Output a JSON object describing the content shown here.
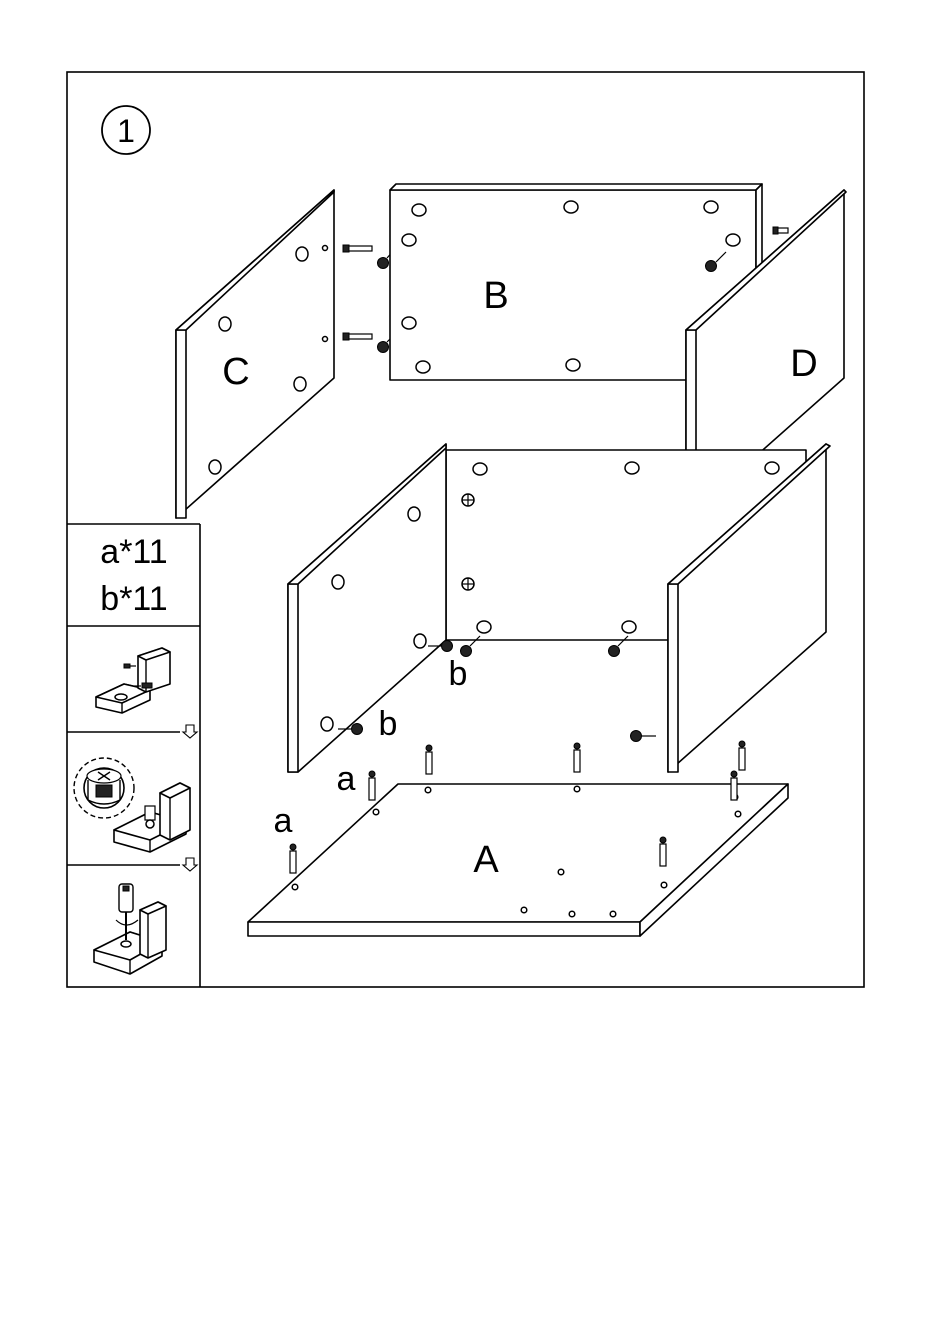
{
  "step": {
    "number": "1"
  },
  "panels": {
    "a": "A",
    "b": "B",
    "c": "C",
    "d": "D"
  },
  "parts_list": {
    "line1": "a*11",
    "line2": "b*11"
  },
  "callouts": {
    "a_left": "a",
    "a_mid": "a",
    "b_lower": "b",
    "b_upper": "b"
  },
  "icons": {
    "step_arrow_1": "down-arrow-icon",
    "step_arrow_2": "down-arrow-icon"
  }
}
